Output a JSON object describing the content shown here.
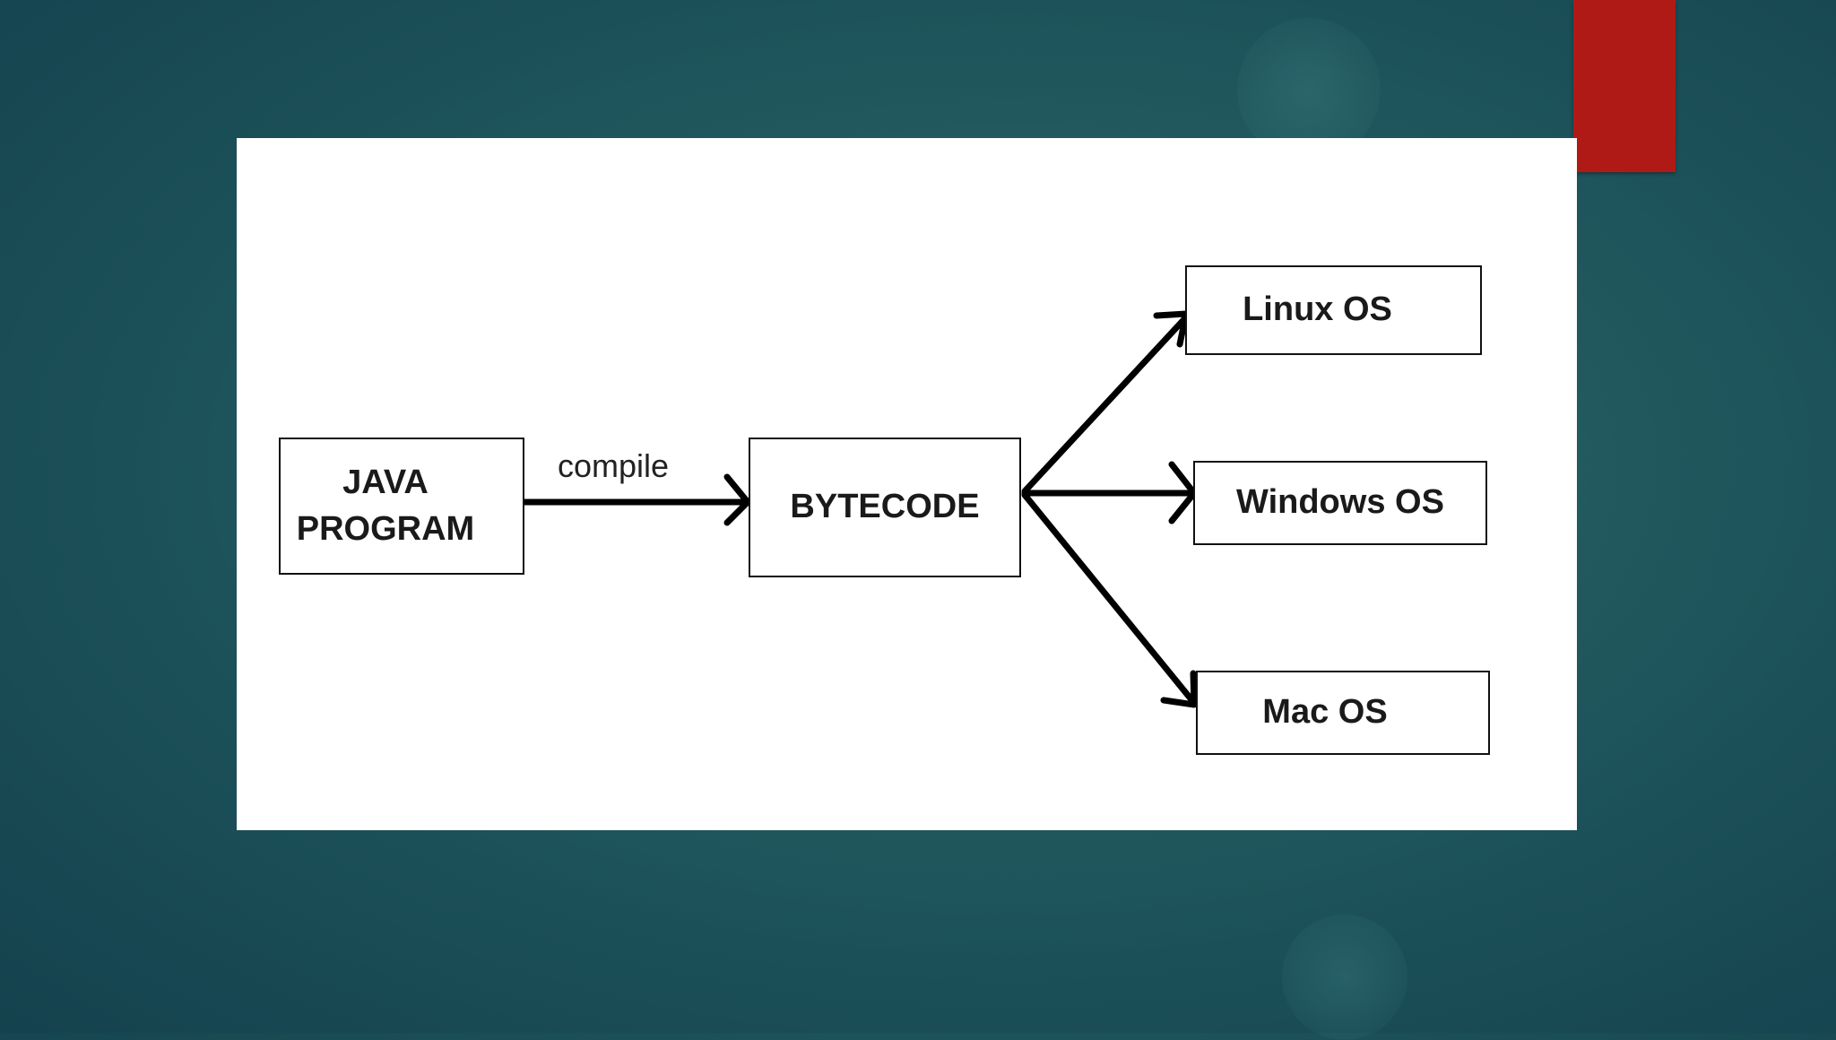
{
  "diagram": {
    "nodes": {
      "java_line1": "JAVA",
      "java_line2": "PROGRAM",
      "bytecode": "BYTECODE",
      "linux": "Linux OS",
      "windows": "Windows OS",
      "mac": "Mac OS"
    },
    "edge_labels": {
      "compile": "compile"
    }
  },
  "colors": {
    "background": "#1f5a5e",
    "accent": "#b01a16",
    "panel": "#ffffff",
    "ink": "#111111"
  }
}
